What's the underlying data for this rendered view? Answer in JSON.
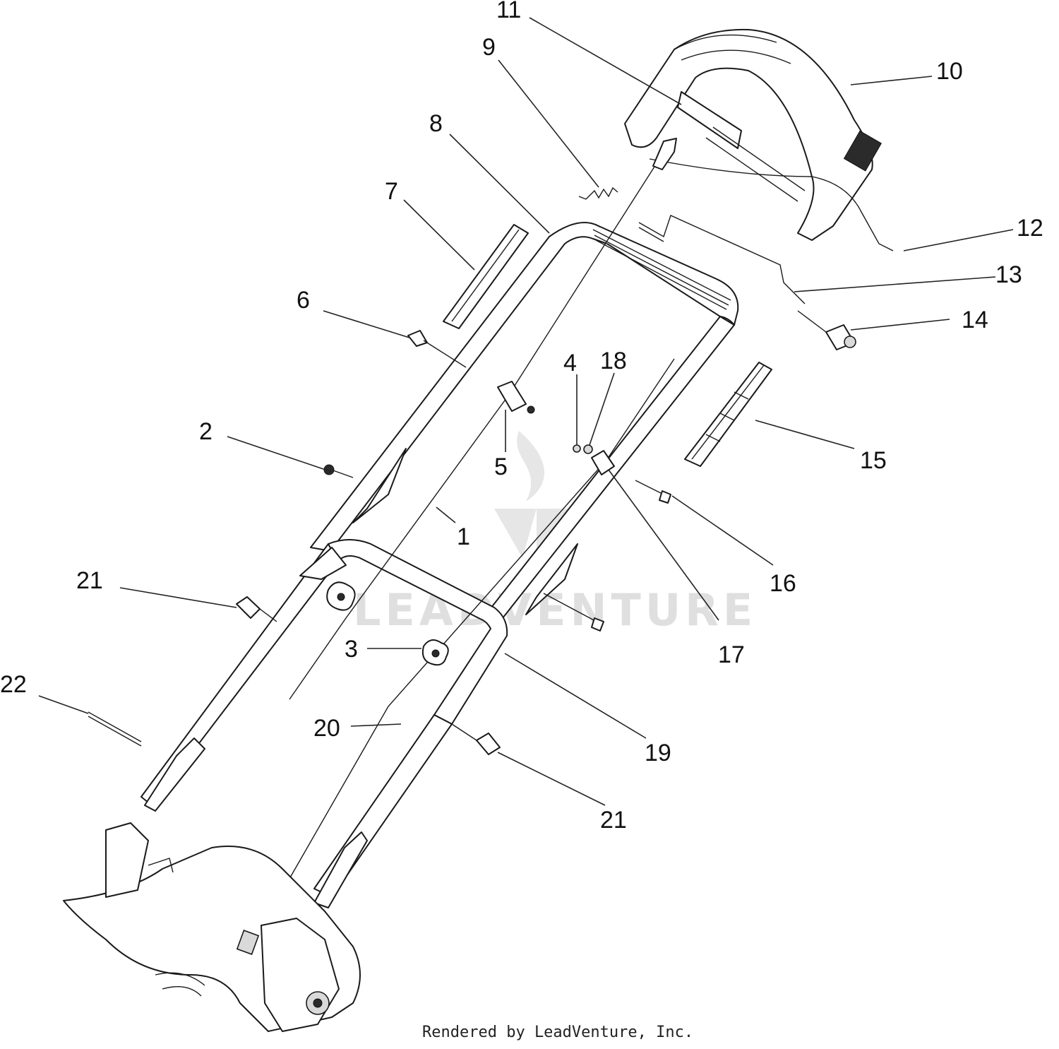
{
  "diagram": {
    "callouts": [
      {
        "id": "1",
        "label": "1"
      },
      {
        "id": "2",
        "label": "2"
      },
      {
        "id": "3",
        "label": "3"
      },
      {
        "id": "4",
        "label": "4"
      },
      {
        "id": "5",
        "label": "5"
      },
      {
        "id": "6",
        "label": "6"
      },
      {
        "id": "7",
        "label": "7"
      },
      {
        "id": "8",
        "label": "8"
      },
      {
        "id": "9",
        "label": "9"
      },
      {
        "id": "10",
        "label": "10"
      },
      {
        "id": "11",
        "label": "11"
      },
      {
        "id": "12",
        "label": "12"
      },
      {
        "id": "13",
        "label": "13"
      },
      {
        "id": "14",
        "label": "14"
      },
      {
        "id": "15",
        "label": "15"
      },
      {
        "id": "16",
        "label": "16"
      },
      {
        "id": "17",
        "label": "17"
      },
      {
        "id": "18",
        "label": "18"
      },
      {
        "id": "19",
        "label": "19"
      },
      {
        "id": "20",
        "label": "20"
      },
      {
        "id": "21a",
        "label": "21"
      },
      {
        "id": "21b",
        "label": "21"
      },
      {
        "id": "22",
        "label": "22"
      }
    ],
    "credit": "Rendered by LeadVenture, Inc.",
    "watermark": "LEADVENTURE"
  }
}
